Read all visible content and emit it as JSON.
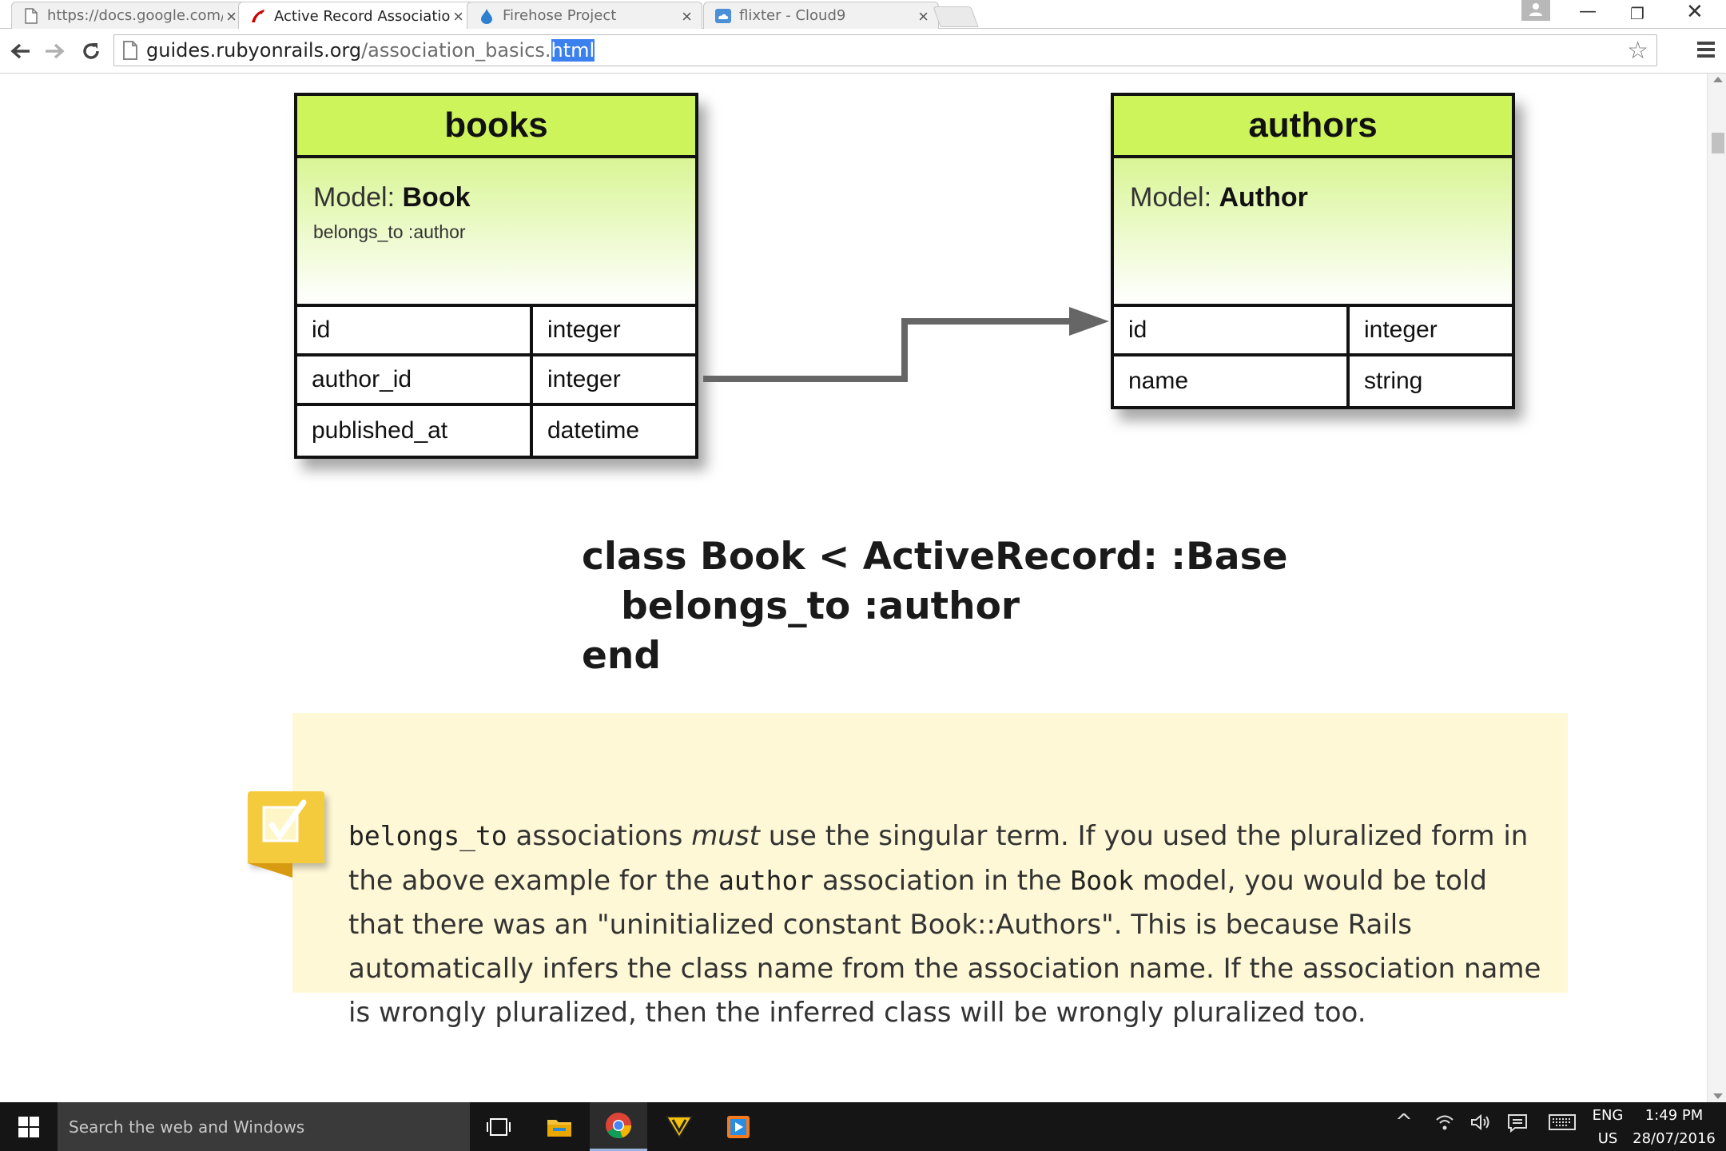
{
  "tabs": [
    {
      "title": "https://docs.google.com/d",
      "active": false
    },
    {
      "title": "Active Record Association",
      "active": true
    },
    {
      "title": "Firehose Project",
      "active": false
    },
    {
      "title": "flixter - Cloud9",
      "active": false
    }
  ],
  "omnibox": {
    "domain": "guides.rubyonrails.org",
    "path": "/association_basics.",
    "selected": "html"
  },
  "diagram": {
    "books": {
      "name": "books",
      "model_label": "Model: ",
      "model_name": "Book",
      "association": "belongs_to :author",
      "columns": [
        {
          "name": "id",
          "type": "integer"
        },
        {
          "name": "author_id",
          "type": "integer"
        },
        {
          "name": "published_at",
          "type": "datetime"
        }
      ]
    },
    "authors": {
      "name": "authors",
      "model_label": "Model: ",
      "model_name": "Author",
      "columns": [
        {
          "name": "id",
          "type": "integer"
        },
        {
          "name": "name",
          "type": "string"
        }
      ]
    },
    "code_lines": [
      "class Book < ActiveRecord: :Base",
      "   belongs_to :author",
      "end"
    ]
  },
  "note": {
    "code1": "belongs_to",
    "t1": " associations ",
    "em": "must",
    "t2": " use the singular term. If you used the pluralized form in the above example for the ",
    "code2": "author",
    "t3": " association in the ",
    "code3": "Book",
    "t4": " model, you would be told that there was an \"uninitialized constant Book::Authors\". This is because Rails automatically infers the class name from the association name. If the association name is wrongly pluralized, then the inferred class will be wrongly pluralized too."
  },
  "taskbar": {
    "search_placeholder": "Search the web and Windows",
    "language": "ENG",
    "region": "US",
    "time": "1:49 PM",
    "date": "28/07/2016"
  },
  "icons": {
    "tab1": "page-icon",
    "tab2": "rails-icon",
    "tab3": "firehose-icon",
    "tab4": "cloud9-icon",
    "note": "pencil-note-icon"
  },
  "colors": {
    "table_header": "#cdf45a",
    "note_background": "#fff8d6",
    "selection": "#3b80ef"
  }
}
